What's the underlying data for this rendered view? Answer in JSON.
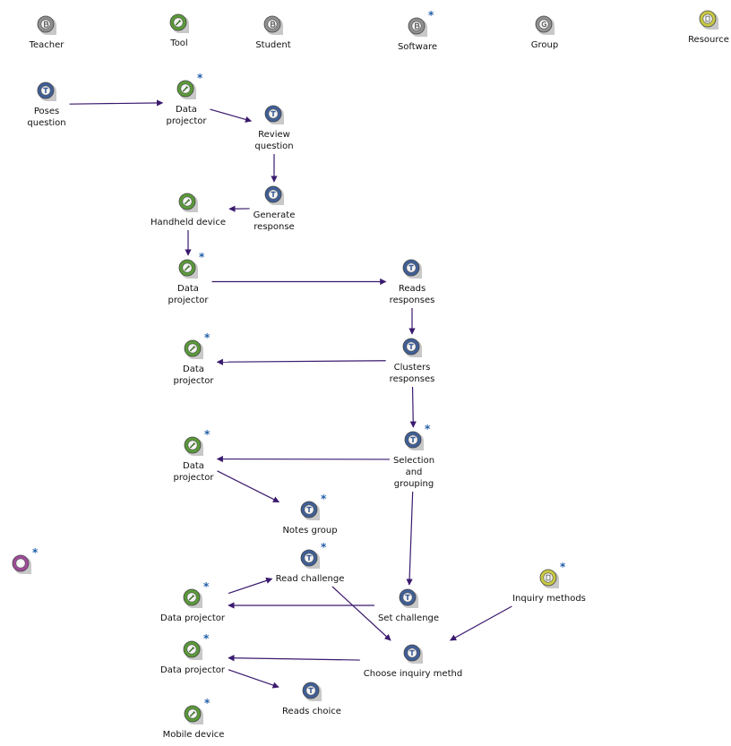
{
  "legend": [
    {
      "label": "Teacher",
      "type": "role-gray"
    },
    {
      "label": "Tool",
      "type": "tool"
    },
    {
      "label": "Student",
      "type": "role-gray"
    },
    {
      "label": "Software",
      "type": "role-gray",
      "star": "*"
    },
    {
      "label": "Group",
      "type": "group"
    },
    {
      "label": "Resource",
      "type": "resource"
    }
  ],
  "nodes": [
    {
      "label": "Poses\nquestion",
      "type": "teacher"
    },
    {
      "label": "Data\nprojector",
      "type": "tool",
      "star": "*"
    },
    {
      "label": "Review\nquestion",
      "type": "teacher"
    },
    {
      "label": "Generate\nresponse",
      "type": "teacher"
    },
    {
      "label": "Handheld device",
      "type": "tool"
    },
    {
      "label": "Data\nprojector",
      "type": "tool",
      "star": "*"
    },
    {
      "label": "Reads\nresponses",
      "type": "teacher"
    },
    {
      "label": "Clusters\nresponses",
      "type": "teacher"
    },
    {
      "label": "Data\nprojector",
      "type": "tool",
      "star": "*"
    },
    {
      "label": "Selection\nand\ngrouping",
      "type": "teacher",
      "star": "*"
    },
    {
      "label": "Data\nprojector",
      "type": "tool",
      "star": "*"
    },
    {
      "label": "Notes group",
      "type": "teacher",
      "star": "*"
    },
    {
      "label": "Read challenge",
      "type": "teacher",
      "star": "*"
    },
    {
      "label": "Set challenge",
      "type": "teacher"
    },
    {
      "label": "Inquiry methods",
      "type": "resource",
      "star": "*"
    },
    {
      "label": "Data projector",
      "type": "tool",
      "star": "*"
    },
    {
      "label": "Choose inquiry methd",
      "type": "teacher"
    },
    {
      "label": "Data projector",
      "type": "tool",
      "star": "*"
    },
    {
      "label": "Reads choice",
      "type": "teacher"
    },
    {
      "label": "Mobile device",
      "type": "tool",
      "star": "*"
    },
    {
      "label": "",
      "type": "pencil",
      "star": "*"
    }
  ],
  "edges": [
    [
      0,
      1
    ],
    [
      1,
      2
    ],
    [
      2,
      3
    ],
    [
      3,
      4
    ],
    [
      4,
      5
    ],
    [
      5,
      6
    ],
    [
      6,
      7
    ],
    [
      7,
      8
    ],
    [
      7,
      9
    ],
    [
      9,
      10
    ],
    [
      10,
      11
    ],
    [
      9,
      13
    ],
    [
      13,
      15
    ],
    [
      15,
      12
    ],
    [
      12,
      16
    ],
    [
      14,
      16
    ],
    [
      16,
      17
    ],
    [
      17,
      18
    ]
  ],
  "colors": {
    "teacher": "#3f5f98",
    "tool": "#5a9a38",
    "role-gray": "#8f8f8f",
    "group": "#8f8f8f",
    "resource": "#c8c842",
    "pencil": "#a04a9a",
    "arrow": "#3a1a6e",
    "star": "#1f5ea8"
  }
}
